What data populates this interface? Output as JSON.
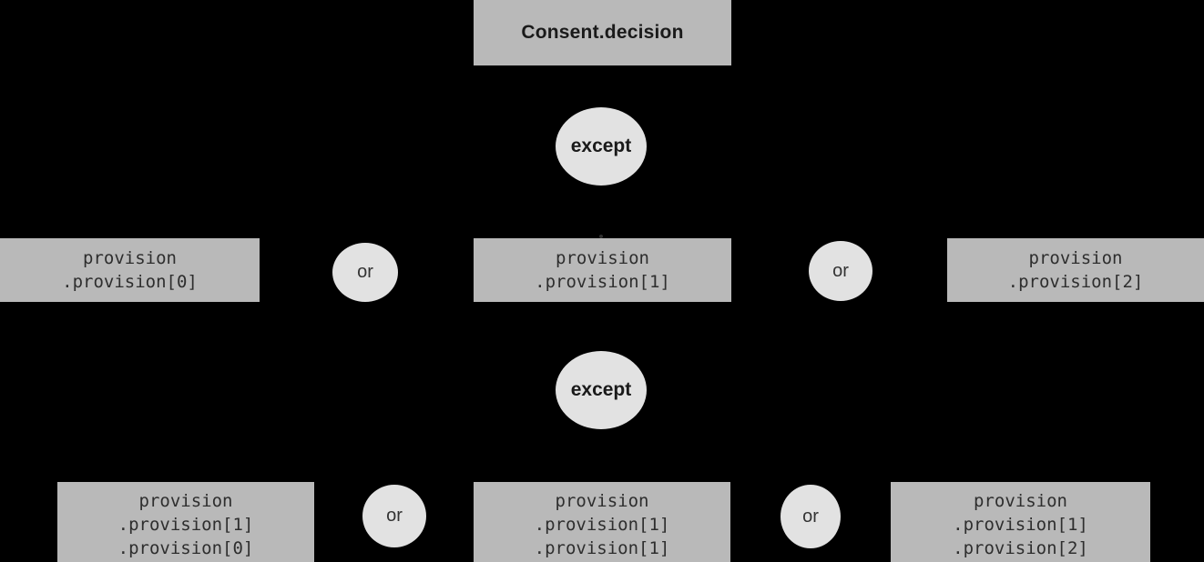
{
  "colors": {
    "background": "#000000",
    "node_box": "#b9b9b9",
    "connector_circle": "#e2e2e2",
    "text_dark": "#1a1a1a",
    "text_mono": "#2e2e2e"
  },
  "diagram": {
    "root": {
      "label": "Consent.decision"
    },
    "except_label": "except",
    "or_label": "or",
    "level1": {
      "nodes": [
        {
          "lines": [
            "provision",
            ".provision[0]"
          ]
        },
        {
          "lines": [
            "provision",
            ".provision[1]"
          ]
        },
        {
          "lines": [
            "provision",
            ".provision[2]"
          ]
        }
      ]
    },
    "level2": {
      "nodes": [
        {
          "lines": [
            "provision",
            ".provision[1]",
            ".provision[0]"
          ]
        },
        {
          "lines": [
            "provision",
            ".provision[1]",
            ".provision[1]"
          ]
        },
        {
          "lines": [
            "provision",
            ".provision[1]",
            ".provision[2]"
          ]
        }
      ]
    }
  }
}
